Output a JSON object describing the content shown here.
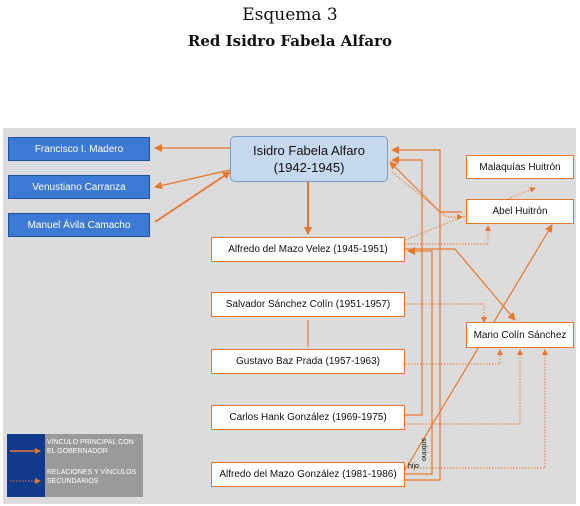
{
  "header": {
    "title": "Esquema 3",
    "subtitle": "Red Isidro Fabela Alfaro"
  },
  "nodes": {
    "madero": "Francisco I. Madero",
    "carranza": "Venustiano Carranza",
    "avila": "Manuel Ávila Camacho",
    "isidro_name": "Isidro Fabela Alfaro",
    "isidro_years": "(1942-1945)",
    "mazo_velez": "Alfredo del Mazo Velez (1945-1951)",
    "sanchez": "Salvador Sánchez Colín (1951-1957)",
    "baz": "Gustavo Baz Prada (1957-1963)",
    "hank": "Carlos Hank González (1969-1975)",
    "mazo_gonzalez": "Alfredo del Mazo González (1981-1986)",
    "malaquias": "Malaquías Huitrón",
    "abel": "Abel Huitrón",
    "mario": "Mario Colín Sánchez"
  },
  "edge_labels": {
    "sobrino": "sobrino",
    "hijo": "hijo"
  },
  "legend": {
    "primary": "VÍNCULO PRINCIPAL CON EL GOBERNADOR",
    "secondary": "RELACIONES Y VÍNCULOS SECUNDARIOS"
  },
  "colors": {
    "primary_link": "#e8772e",
    "secondary_link": "#e8772e",
    "person_box": "#3d7ad6",
    "governor_box": "#c6d9ee",
    "panel": "#dcdcdc"
  }
}
